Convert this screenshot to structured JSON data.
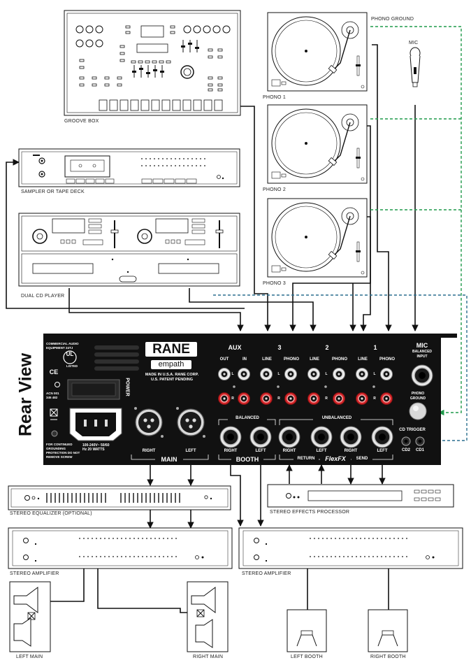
{
  "devices": {
    "groove_box": "GROOVE BOX",
    "sampler": "SAMPLER OR TAPE DECK",
    "dual_cd": "DUAL CD PLAYER",
    "phono1": "PHONO 1",
    "phono2": "PHONO 2",
    "phono3": "PHONO 3",
    "phono_ground": "PHONO GROUND",
    "mic": "MIC",
    "equalizer": "STEREO EQUALIZER (OPTIONAL)",
    "effects": "STEREO EFFECTS PROCESSOR",
    "amp_left": "STEREO AMPLIFIER",
    "amp_right": "STEREO AMPLIFIER",
    "left_main": "LEFT MAIN",
    "right_main": "RIGHT MAIN",
    "left_booth": "LEFT BOOTH",
    "right_booth": "RIGHT BOOTH"
  },
  "panel": {
    "view_title": "Rear View",
    "commercial": "COMMERCIAL AUDIO EQUIPMENT 24TJ",
    "listed": "LISTED",
    "acn": "ACN 001 345 482",
    "continued": "FOR CONTINUED GROUNDING PROTECTION DO NOT REMOVE SCREW",
    "power": "POWER",
    "voltage": "100-240V~ 50/60 Hz 20 WATTS",
    "brand": "RANE",
    "model": "empath",
    "made": "MADE IN U.S.A. RANE CORP. U.S. PATENT PENDING",
    "aux": "AUX",
    "ch3": "3",
    "ch2": "2",
    "ch1": "1",
    "mic": "MIC",
    "balanced_input": "BALANCED INPUT",
    "out": "OUT",
    "in": "IN",
    "line": "LINE",
    "phono": "PHONO",
    "l": "L",
    "r": "R",
    "phono_ground": "PHONO GROUND",
    "balanced": "BALANCED",
    "unbalanced": "UNBALANCED",
    "cd_trigger": "CD TRIGGER",
    "cd2": "CD2",
    "cd1": "CD1",
    "right": "RIGHT",
    "left": "LEFT",
    "main": "MAIN",
    "booth": "BOOTH",
    "return": "RETURN",
    "flexfx": "FlexFX",
    "send": "SEND",
    "ce": "CE",
    "ul": "UL"
  },
  "colors": {
    "panel": "#111111",
    "green_dashed": "#1f9a4a",
    "blue_dashed": "#2a6f8f",
    "rca_red": "#d6262a",
    "rca_white": "#f2f2f2"
  }
}
